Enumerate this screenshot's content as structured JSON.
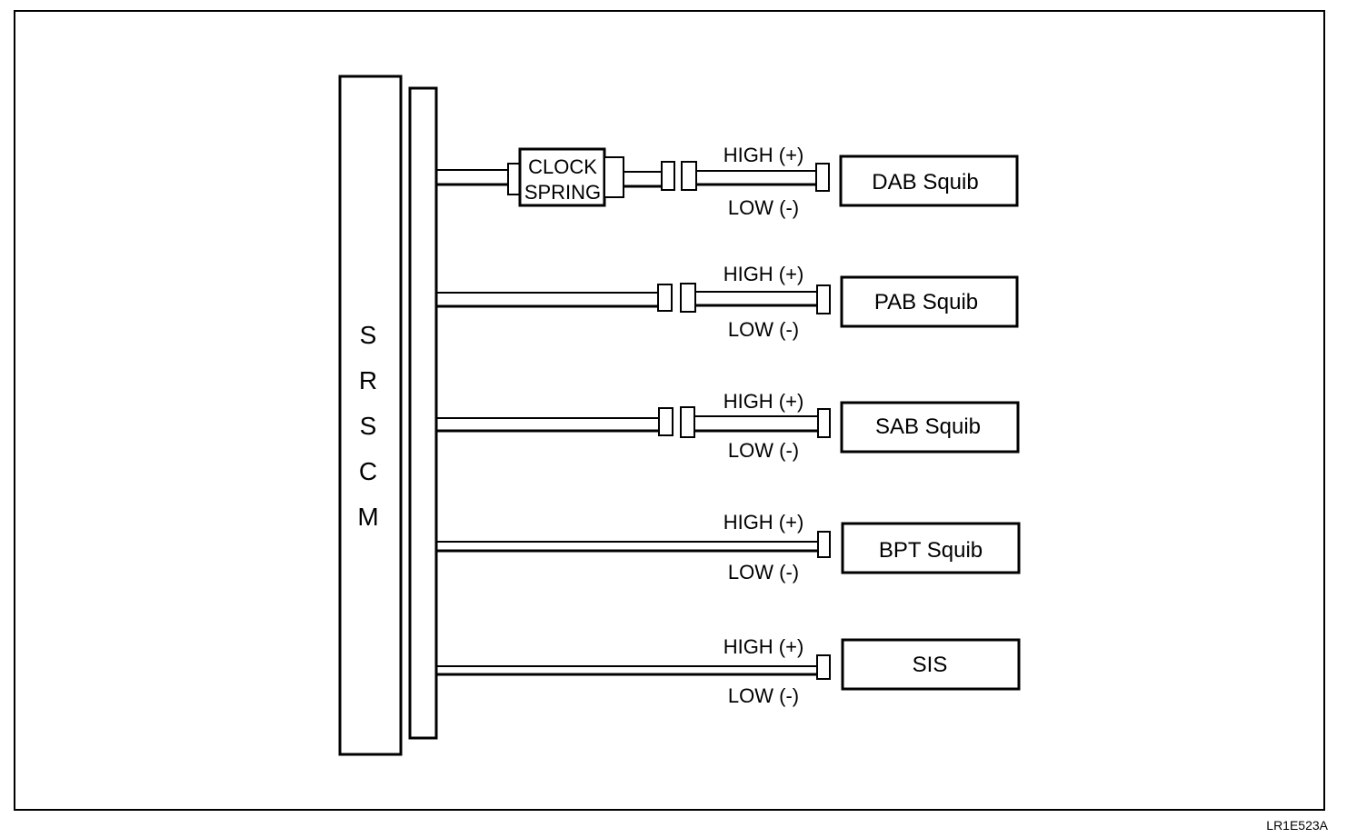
{
  "module": {
    "letters": [
      "S",
      "R",
      "S",
      "C",
      "M"
    ]
  },
  "clock_spring": {
    "line1": "CLOCK",
    "line2": "SPRING"
  },
  "circuits": [
    {
      "device": "DAB Squib",
      "high": "HIGH (+)",
      "low": "LOW (-)"
    },
    {
      "device": "PAB Squib",
      "high": "HIGH (+)",
      "low": "LOW (-)"
    },
    {
      "device": "SAB Squib",
      "high": "HIGH (+)",
      "low": "LOW (-)"
    },
    {
      "device": "BPT Squib",
      "high": "HIGH (+)",
      "low": "LOW (-)"
    },
    {
      "device": "SIS",
      "high": "HIGH (+)",
      "low": "LOW (-)"
    }
  ],
  "figure_code": "LR1E523A"
}
